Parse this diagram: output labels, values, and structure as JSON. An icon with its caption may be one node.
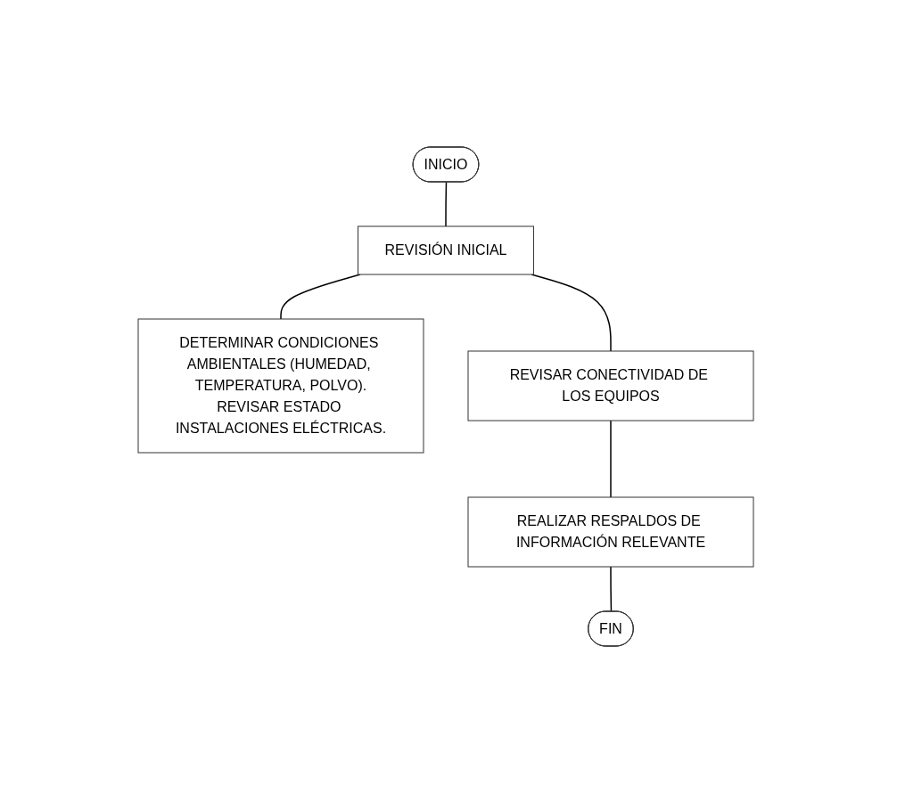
{
  "diagram": {
    "nodes": [
      {
        "text": [
          "INICIO"
        ]
      },
      {
        "text": [
          "REVISIÓN INICIAL"
        ]
      },
      {
        "text": [
          "DETERMINAR CONDICIONES AMBIENTALES (HUMEDAD, TEMPERATURA, POLVO).",
          "REVISAR ESTADO INSTALACIONES ELÉCTRICAS."
        ]
      },
      {
        "text": [
          "REVISAR CONECTIVIDAD DE LOS EQUIPOS"
        ]
      },
      {
        "text": [
          "REALIZAR RESPALDOS DE INFORMACIÓN RELEVANTE"
        ]
      },
      {
        "text": [
          "FIN"
        ]
      }
    ],
    "edges": [
      {
        "from": 0,
        "to": 1,
        "arrow": "none"
      },
      {
        "from": 1,
        "to": 2,
        "arrow": "none"
      },
      {
        "from": 1,
        "to": 3,
        "arrow": "none"
      },
      {
        "from": 3,
        "to": 4,
        "arrow": "none"
      },
      {
        "from": 4,
        "to": 5,
        "arrow": "none"
      }
    ]
  }
}
